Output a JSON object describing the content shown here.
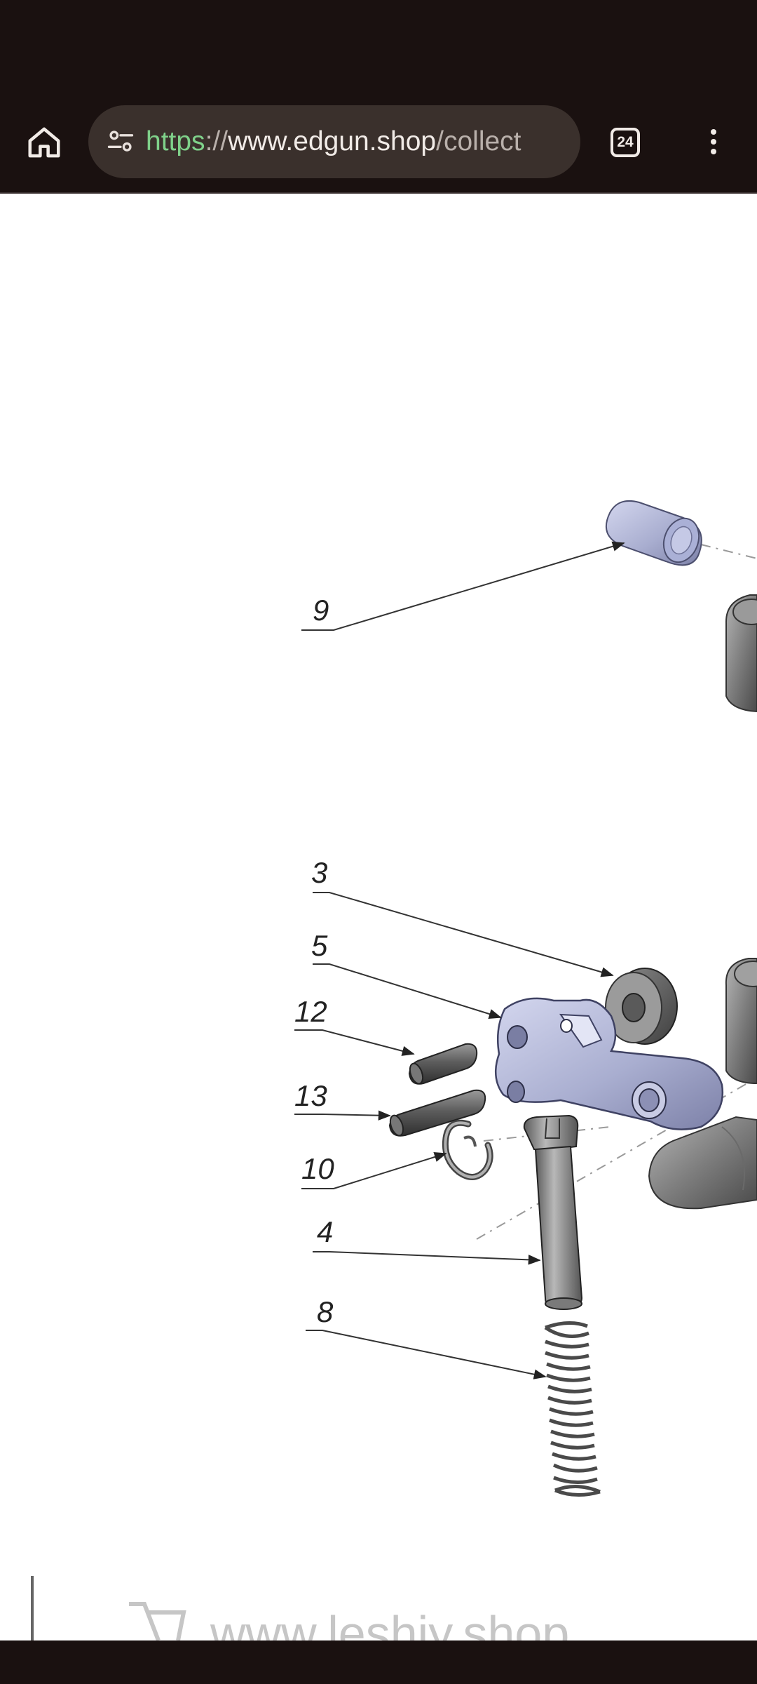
{
  "browser": {
    "url_scheme": "https",
    "url_separator": "://",
    "url_host": "www.edgun.shop",
    "url_path": "/collect",
    "tab_count": "24",
    "icons": {
      "home": "home-icon",
      "site_info": "tune-icon",
      "tabs": "tab-switcher-icon",
      "menu": "more-vert-icon"
    },
    "colors": {
      "chrome_bg": "#1a1110",
      "url_bar_bg": "#3a302c",
      "url_scheme": "#7fd18a"
    }
  },
  "diagram": {
    "part_labels": [
      "9",
      "3",
      "5",
      "12",
      "13",
      "10",
      "4",
      "8"
    ],
    "watermark": "www.leshiy.shop"
  }
}
